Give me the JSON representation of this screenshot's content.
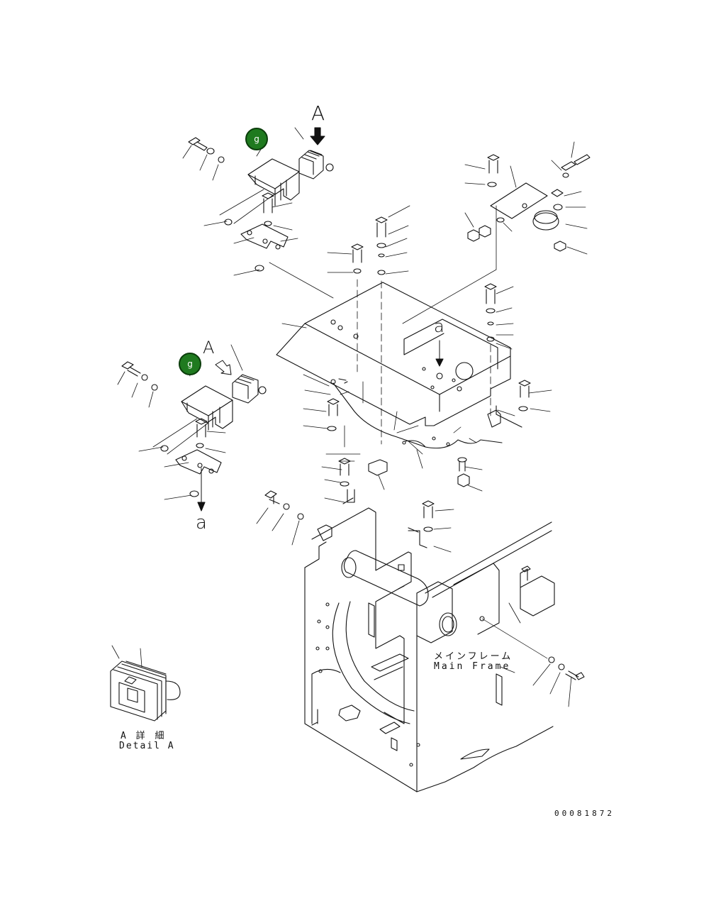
{
  "callouts": {
    "upper": "g",
    "lower": "g"
  },
  "view_letters": {
    "upper_A": "A",
    "lower_A": "A",
    "arrow_a_floor": "a",
    "arrow_a_lower": "a"
  },
  "main_frame": {
    "jp": "メインフレーム",
    "en": "Main Frame"
  },
  "detail": {
    "jp": "A 詳 細",
    "en": "Detail A"
  },
  "drawing_number": "00081872",
  "colors": {
    "line": "#111111",
    "callout_fill": "#1f7a1f",
    "callout_text": "#ffffff"
  }
}
